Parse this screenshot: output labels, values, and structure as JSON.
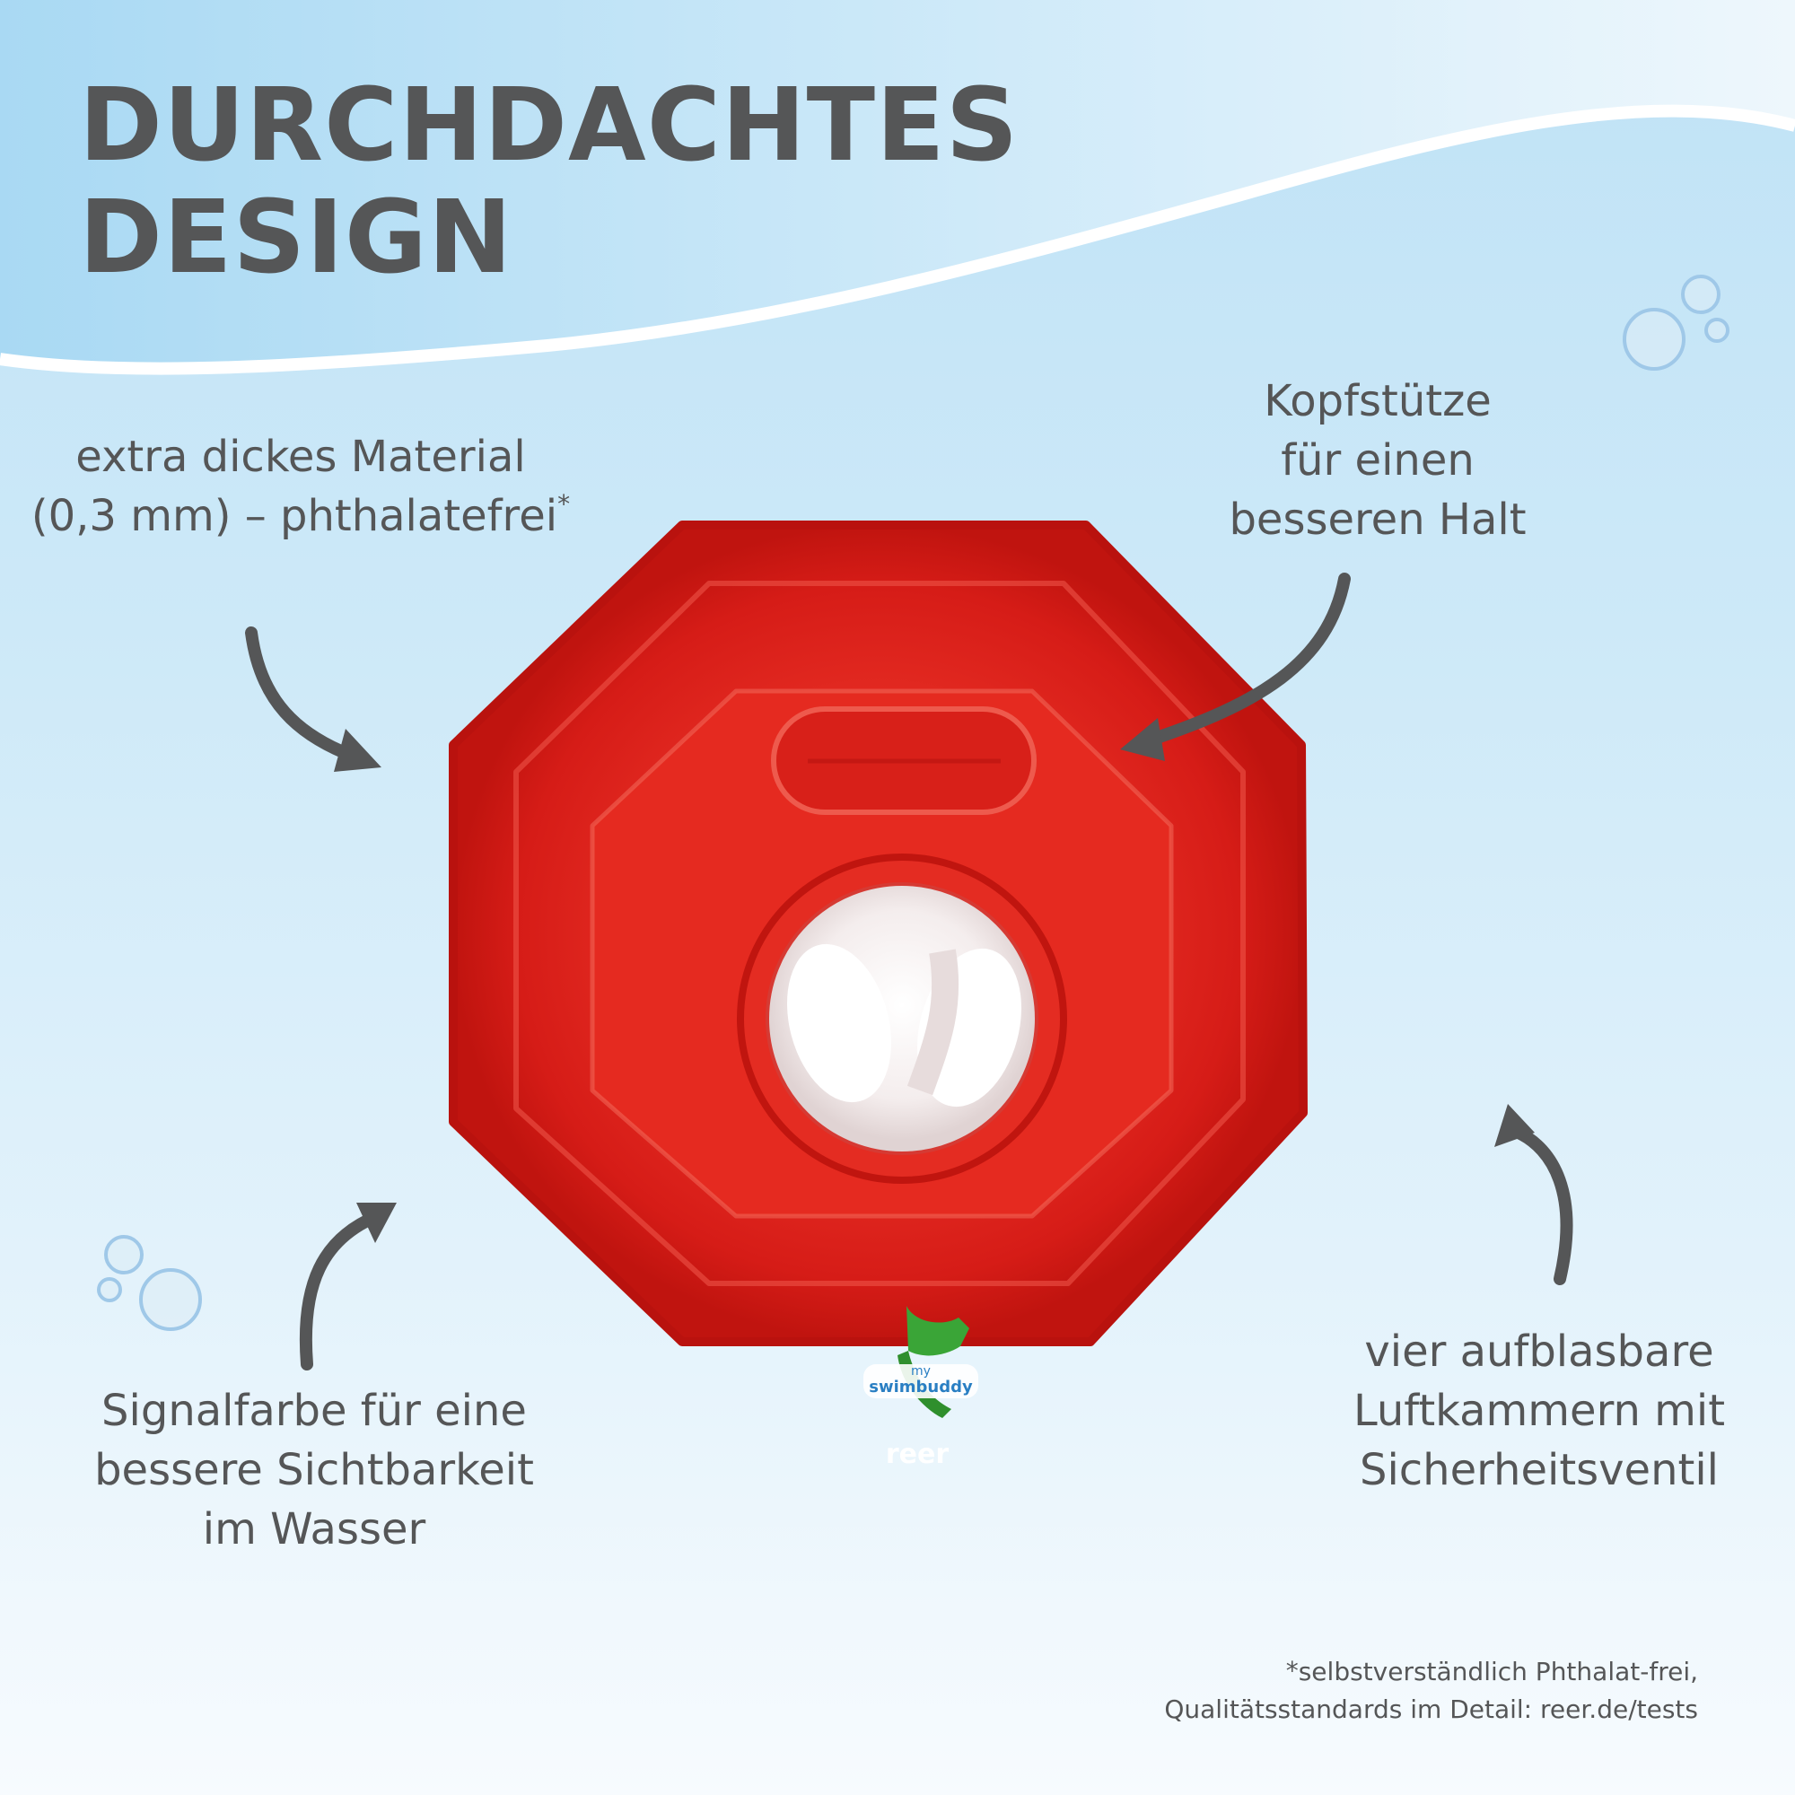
{
  "title": {
    "line1": "DURCHDACHTES",
    "line2": "DESIGN"
  },
  "callouts": {
    "material": {
      "line1": "extra dickes Material",
      "line2": "(0,3 mm) – phthalatefrei",
      "mark": "*"
    },
    "headrest": {
      "line1": "Kopfstütze",
      "line2": "für einen",
      "line3": "besseren Halt"
    },
    "signal": {
      "line1": "Signalfarbe für eine",
      "line2": "bessere Sichtbarkeit",
      "line3": "im Wasser"
    },
    "chambers": {
      "line1": "vier aufblasbare",
      "line2": "Luftkammern mit",
      "line3": "Sicherheitsventil"
    }
  },
  "product": {
    "color": "#e3221c",
    "logo": {
      "line1": "my",
      "line2": "swimbuddy",
      "brand": "reer"
    }
  },
  "footnote": {
    "mark": "*",
    "line1": "selbstverständlich Phthalat-frei,",
    "line2": "Qualitätsstandards im Detail: reer.de/tests"
  }
}
